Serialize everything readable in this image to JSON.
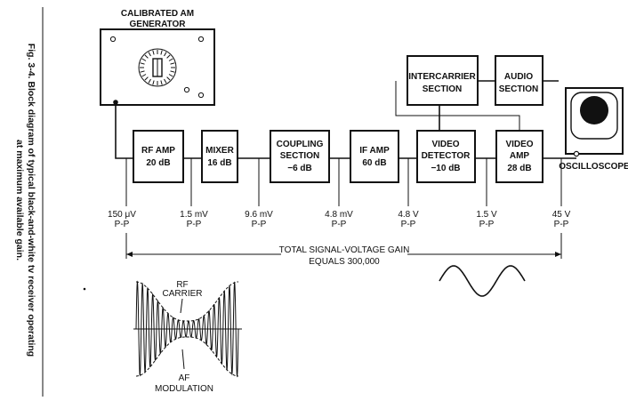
{
  "caption": {
    "line1": "Fig. 3-4. Block diagram of typical black-and-white tv receiver operating",
    "line2": "at maximum available gain."
  },
  "generator": {
    "line1": "CALIBRATED AM",
    "line2": "GENERATOR"
  },
  "blocks": {
    "rf_amp": [
      "RF AMP",
      "20 dB"
    ],
    "mixer": [
      "MIXER",
      "16 dB"
    ],
    "coupling": [
      "COUPLING",
      "SECTION",
      "−6 dB"
    ],
    "if_amp": [
      "IF AMP",
      "60 dB"
    ],
    "video_detector": [
      "VIDEO",
      "DETECTOR",
      "−10 dB"
    ],
    "video_amp": [
      "VIDEO",
      "AMP",
      "28 dB"
    ],
    "intercarrier": [
      "INTERCARRIER",
      "SECTION"
    ],
    "audio": [
      "AUDIO",
      "SECTION"
    ]
  },
  "oscilloscope_label": "OSCILLOSCOPE",
  "measurements": [
    [
      "150 μV",
      "P-P"
    ],
    [
      "1.5 mV",
      "P-P"
    ],
    [
      "9.6 mV",
      "P-P"
    ],
    [
      "4.8 mV",
      "P-P"
    ],
    [
      "4.8 V",
      "P-P"
    ],
    [
      "1.5 V",
      "P-P"
    ],
    [
      "45 V",
      "P-P"
    ]
  ],
  "total_gain": {
    "line1": "TOTAL SIGNAL-VOLTAGE GAIN",
    "line2": "EQUALS 300,000"
  },
  "waveform_labels": {
    "rf_carrier": [
      "RF",
      "CARRIER"
    ],
    "af_modulation": [
      "AF",
      "MODULATION"
    ]
  }
}
